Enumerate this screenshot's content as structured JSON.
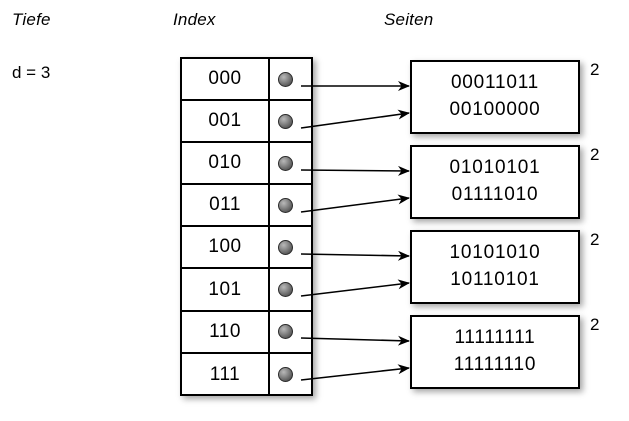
{
  "headers": {
    "depth": "Tiefe",
    "index": "Index",
    "pages": "Seiten"
  },
  "depth": {
    "label": "d = 3"
  },
  "index_table": {
    "rows": [
      {
        "key": "000",
        "pointer": "bullet-icon"
      },
      {
        "key": "001",
        "pointer": "bullet-icon"
      },
      {
        "key": "010",
        "pointer": "bullet-icon"
      },
      {
        "key": "011",
        "pointer": "bullet-icon"
      },
      {
        "key": "100",
        "pointer": "bullet-icon"
      },
      {
        "key": "101",
        "pointer": "bullet-icon"
      },
      {
        "key": "110",
        "pointer": "bullet-icon"
      },
      {
        "key": "111",
        "pointer": "bullet-icon"
      }
    ]
  },
  "pages": [
    {
      "line1": "00011011",
      "line2": "00100000",
      "count": "2"
    },
    {
      "line1": "01010101",
      "line2": "01111010",
      "count": "2"
    },
    {
      "line1": "10101010",
      "line2": "10110101",
      "count": "2"
    },
    {
      "line1": "11111111",
      "line2": "11111110",
      "count": "2"
    }
  ],
  "colors": {
    "background": "#ffffff",
    "stroke": "#000000",
    "bullet": "#6a6a6a"
  }
}
